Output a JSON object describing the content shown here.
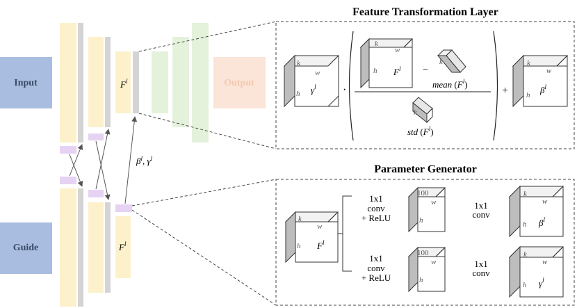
{
  "titles": {
    "ftl": "Feature Transformation Layer",
    "pg": "Parameter Generator"
  },
  "labels": {
    "input": "Input",
    "guide": "Guide",
    "output": "Output",
    "feature_top": "F",
    "feature_bottom": "F",
    "sup_l": "l",
    "beta_gamma": "β",
    "gamma": "γ",
    "comma": ","
  },
  "ftl": {
    "dot": "·",
    "minus": "−",
    "plus": "+",
    "mean": "mean",
    "std": "std",
    "paren_open": "(",
    "paren_close": ")",
    "dim_k": "k",
    "dim_w": "w",
    "dim_h": "h"
  },
  "pg": {
    "conv_relu_line1": "1x1",
    "conv_relu_line2": "conv",
    "conv_relu_line3": "+ ReLU",
    "conv_line1": "1x1",
    "conv_line2": "conv",
    "channels": "100"
  },
  "colors": {
    "input_box": "#a9bde0",
    "guide_box": "#a9bde0",
    "yellow": "#fdf1cc",
    "gray": "#d4d4d4",
    "purple": "#e6d3f3",
    "green": "#e4f2dc",
    "output_box": "#fbe5d8"
  }
}
